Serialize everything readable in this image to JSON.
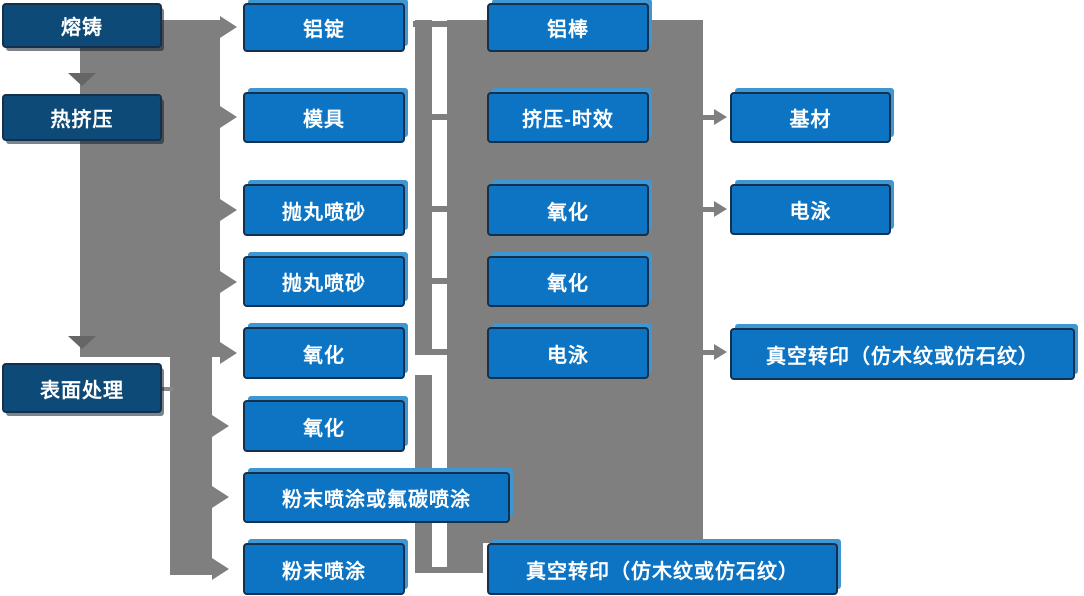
{
  "col1": [
    "熔铸",
    "热挤压",
    "表面处理"
  ],
  "col2": [
    "铝锭",
    "模具",
    "抛丸喷砂",
    "抛丸喷砂",
    "氧化",
    "氧化",
    "粉末喷涂或氟碳喷涂",
    "粉末喷涂"
  ],
  "col3": [
    "铝棒",
    "挤压-时效",
    "氧化",
    "氧化",
    "电泳",
    "真空转印（仿木纹或仿石纹）"
  ],
  "col4": [
    "基材",
    "电泳",
    "真空转印（仿木纹或仿石纹）"
  ],
  "colors": {
    "stage_box_navy": "#0d4a77",
    "step_box_blue": "#0c74c2",
    "box_highlight_blue": "#3e97d2",
    "box_border": "#14304d",
    "connector_gray": "#7f7f7f",
    "arrow_tip_dark_gray": "#666666",
    "text_white": "#ffffff",
    "background": "#ffffff"
  }
}
